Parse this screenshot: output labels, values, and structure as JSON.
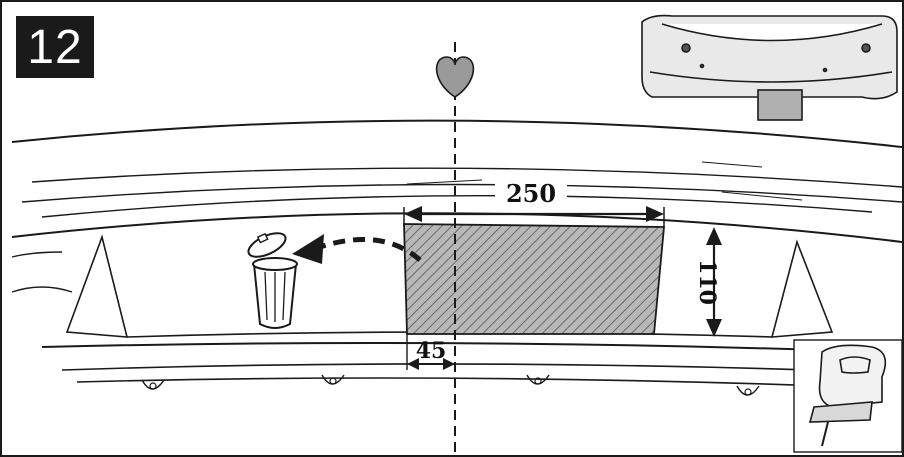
{
  "step": {
    "number": "12"
  },
  "dimensions": {
    "cut_width": "250",
    "cut_height": "110",
    "offset_from_center": "45"
  },
  "colors": {
    "outline": "#1a1a1a",
    "hatch": "#8c8c8c",
    "heart_fill": "#9a9a9a",
    "badge_bg": "#1a1a1a"
  },
  "icons": [
    "heart-icon",
    "trash-can-icon",
    "jigsaw-tool-icon",
    "car-rear-bumper-thumbnail"
  ]
}
